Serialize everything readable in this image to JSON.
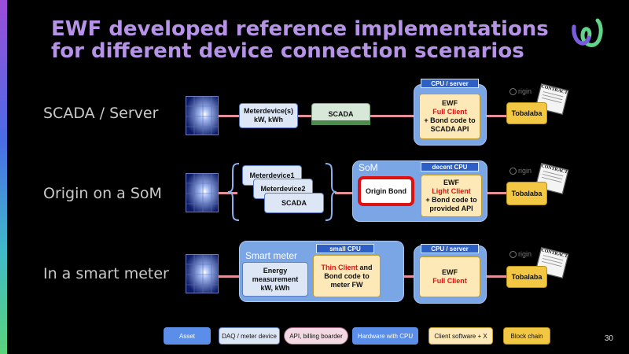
{
  "colors": {
    "title": "#b793e8",
    "line": "#e58f98",
    "cpu_frame": "#7aa6e6",
    "cpu_tag": "#2d5fc4",
    "daq": "#dde6f4",
    "client": "#fde9b8",
    "chain": "#f2c744",
    "red_text": "#e01010"
  },
  "title": "EWF developed reference implementations for different device connection scenarios",
  "rows": [
    {
      "label": "SCADA / Server",
      "meter": [
        "Meterdevice(s)",
        "kW, kWh"
      ],
      "middle": "SCADA",
      "cpu_tag": "CPU / server",
      "client": {
        "line1": "EWF",
        "line2": "Full Client",
        "line3": "+ Bond code to",
        "line4": "SCADA API"
      },
      "chain": "Tobalaba",
      "origin": "rigin",
      "contract": "CONTRACT"
    },
    {
      "label": "Origin on a SoM",
      "meters": [
        "Meterdevice1",
        "Meterdevice2",
        "SCADA"
      ],
      "frame_label": "SoM",
      "cpu_tag": "decent CPU",
      "bond": "Origin Bond",
      "client": {
        "line1": "EWF",
        "line2": "Light Client",
        "line3": "+ Bond code to",
        "line4": "provided API"
      },
      "chain": "Tobalaba",
      "origin": "rigin",
      "contract": "CONTRACT"
    },
    {
      "label": "In a smart meter",
      "frame_label": "Smart meter",
      "cpu_tag": "small CPU",
      "meter": [
        "Energy",
        "measurement",
        "kW, kWh"
      ],
      "thin": {
        "red": "Thin Client",
        "rest1": " and",
        "rest2": "Bond code to",
        "rest3": "meter FW"
      },
      "cpu_tag2": "CPU / server",
      "client": {
        "line1": "EWF",
        "line2": "Full Client"
      },
      "chain": "Tobalaba",
      "origin": "rigin",
      "contract": "CONTRACT"
    }
  ],
  "legend": [
    "Asset",
    "DAQ / meter device",
    "API, billing boarder",
    "Hardware with CPU",
    "Client software + X",
    "Block chain"
  ],
  "page_number": "30"
}
